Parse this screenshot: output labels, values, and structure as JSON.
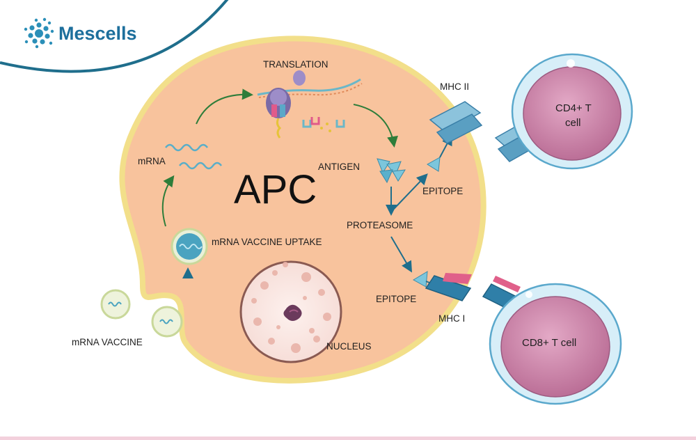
{
  "brand": {
    "name": "Mescells",
    "color": "#1d6f9c"
  },
  "labels": {
    "translation": "TRANSLATION",
    "mhc2": "MHC II",
    "cd4": [
      "CD4+ T",
      "cell"
    ],
    "mrna": "mRNA",
    "antigen": "ANTIGEN",
    "apc": "APC",
    "epitope_upper": "EPITOPE",
    "proteasome": "PROTEASOME",
    "uptake": "mRNA VACCINE UPTAKE",
    "epitope_lower": "EPITOPE",
    "mhc1": "MHC I",
    "cd8": "CD8+ T cell",
    "mrna_vaccine": "mRNA VACCINE",
    "nucleus": "NUCLEUS"
  },
  "colors": {
    "cell_fill": "#f8c39d",
    "cell_border": "#f2df8a",
    "arrow_green": "#2e7d3a",
    "arrow_teal": "#1f6e8c",
    "t_cell_outer": "#bfe3f2",
    "t_cell_inner": "#c97fa5",
    "mhc2_color": "#6aa8c8",
    "mhc1_color": "#3a7fa8",
    "mhc1_accent": "#e0608a",
    "bottom_bar": "#f3d0dc"
  }
}
